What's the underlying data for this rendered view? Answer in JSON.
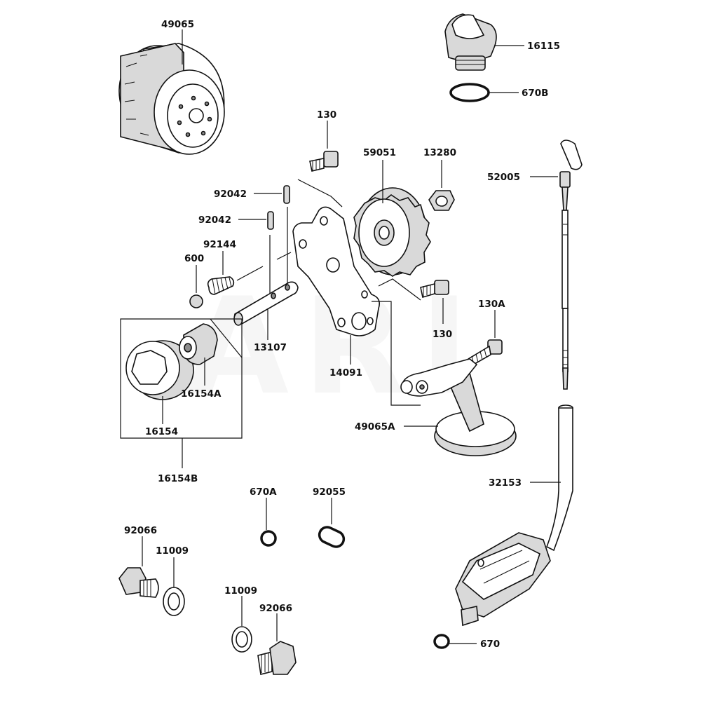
{
  "watermark": "ARI",
  "labels": {
    "l49065": "49065",
    "l16115": "16115",
    "l670B": "670B",
    "l130_top": "130",
    "l59051": "59051",
    "l13280": "13280",
    "l52005": "52005",
    "l92042_a": "92042",
    "l92042_b": "92042",
    "l92144": "92144",
    "l600": "600",
    "l13107": "13107",
    "l14091": "14091",
    "l130_mid": "130",
    "l130A": "130A",
    "l16154A": "16154A",
    "l16154": "16154",
    "l16154B": "16154B",
    "l49065A": "49065A",
    "l32153": "32153",
    "l670A": "670A",
    "l92055": "92055",
    "l92066_a": "92066",
    "l11009_a": "11009",
    "l11009_b": "11009",
    "l92066_b": "92066",
    "l670": "670"
  }
}
